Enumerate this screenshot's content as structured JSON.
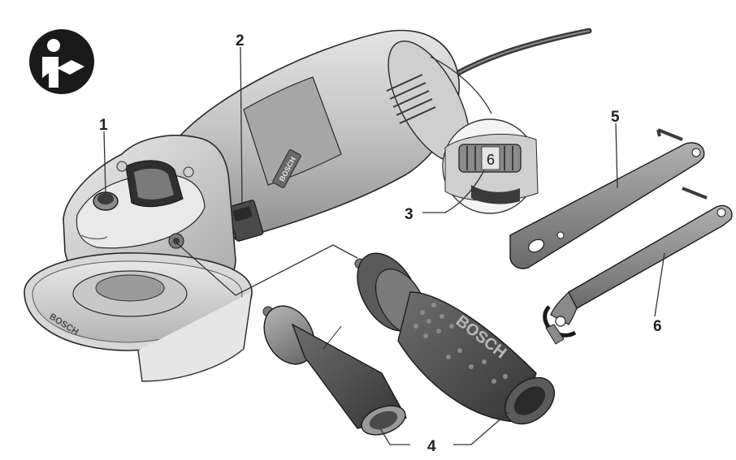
{
  "callouts": {
    "c1": "1",
    "c2": "2",
    "c3": "3",
    "c4": "4",
    "c5": "5",
    "c6": "6"
  },
  "brand_text": {
    "guard": "BOSCH",
    "motor": "BOSCH",
    "handle": "BOSCH"
  },
  "speed_dial_value": "6",
  "icons": {
    "manual": "read-manual-icon"
  },
  "colors": {
    "body": "#bdbdbd",
    "body_light": "#dcdcdc",
    "body_dark": "#8c8c8c",
    "rubber": "#5a5a5a",
    "rubber_dark": "#3a3a3a",
    "outline": "#2a2a2a",
    "icon_bg": "#1a1a1a"
  }
}
